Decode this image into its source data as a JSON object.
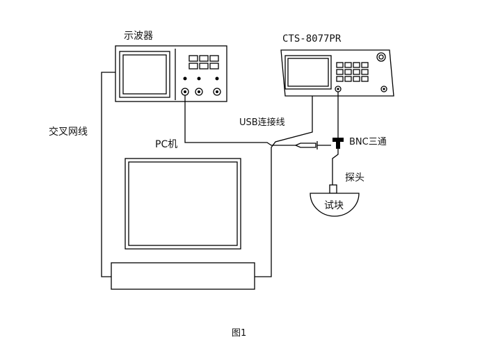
{
  "labels": {
    "oscilloscope": "示波器",
    "instrument": "CTS-8077PR",
    "cross_cable": "交叉网线",
    "usb_cable": "USB连接线",
    "pc": "PC机",
    "bnc_tee": "BNC三通",
    "probe": "探头",
    "test_block": "试块",
    "caption": "图1"
  }
}
